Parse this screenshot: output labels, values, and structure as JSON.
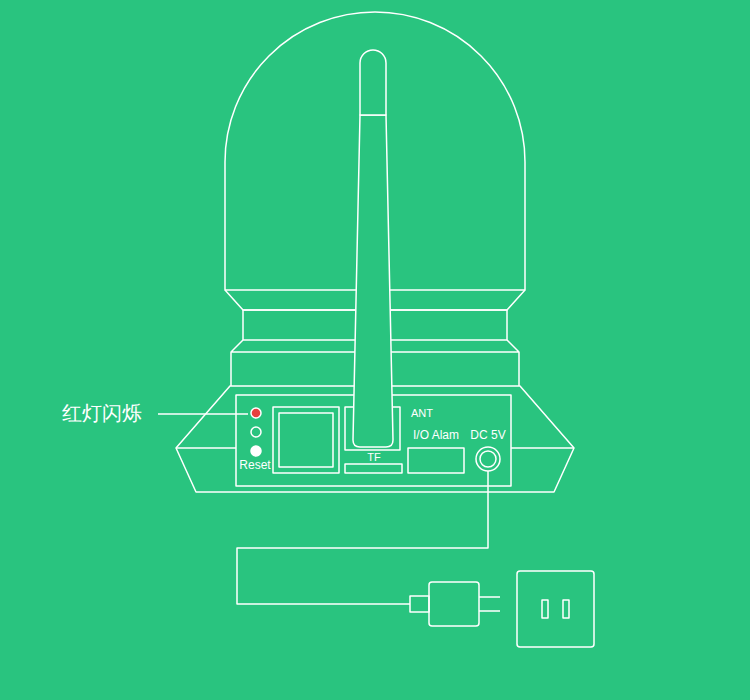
{
  "diagram": {
    "labels": [
      "红灯闪烁",
      "Reset",
      "TF",
      "ANT",
      "I/O Alam",
      "DC 5V"
    ]
  }
}
